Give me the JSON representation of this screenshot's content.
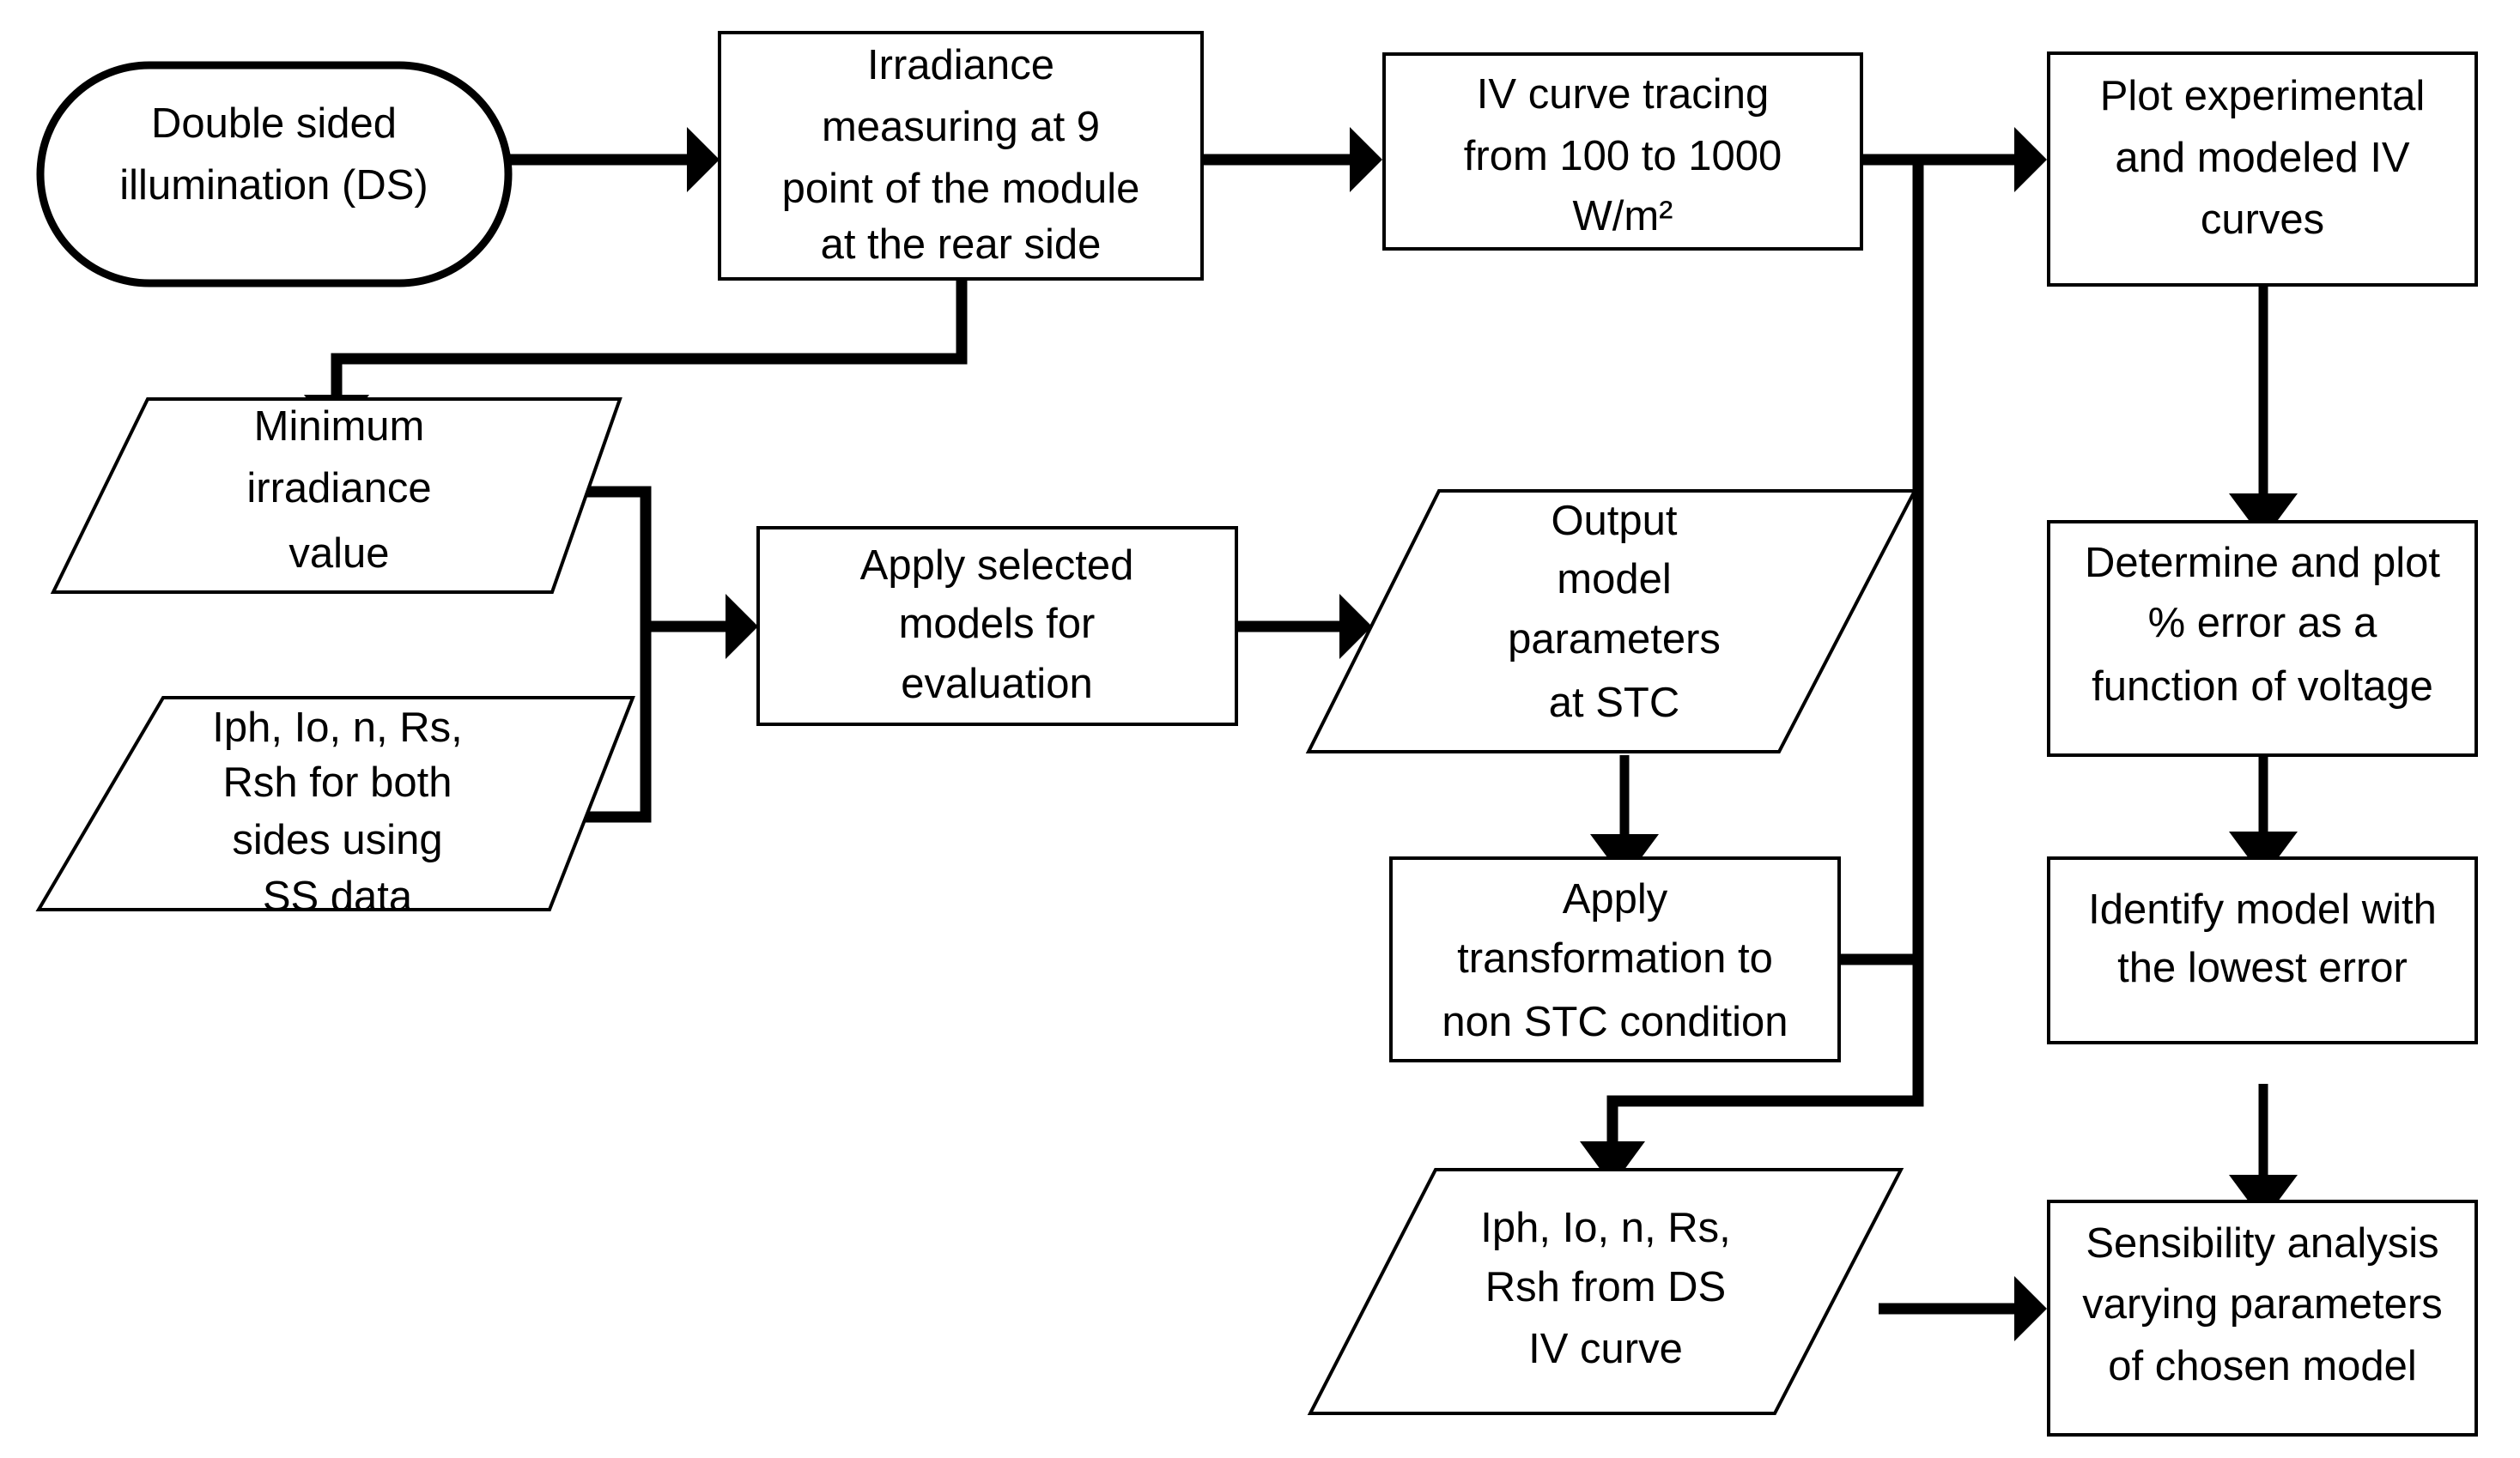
{
  "diagram": {
    "title": "Bifacial PV module modeling workflow flowchart",
    "background_color": "#ffffff",
    "line_color": "#000000",
    "text_color": "#000000",
    "nodes": [
      {
        "id": "double-sided-illumination",
        "shape": "terminator",
        "lines": [
          "Double sided",
          "illumination (DS)"
        ]
      },
      {
        "id": "irradiance-measuring",
        "shape": "process",
        "lines": [
          "Irradiance",
          "measuring at 9",
          "point of the module",
          "at the rear side"
        ]
      },
      {
        "id": "iv-curve-tracing",
        "shape": "process",
        "lines": [
          "IV curve tracing",
          "from 100 to 1000",
          "W/m²"
        ]
      },
      {
        "id": "plot-experimental-modeled",
        "shape": "process",
        "lines": [
          "Plot experimental",
          "and modeled IV",
          "curves"
        ]
      },
      {
        "id": "minimum-irradiance-value",
        "shape": "data",
        "lines": [
          "Minimum",
          "irradiance",
          "value"
        ]
      },
      {
        "id": "params-both-sides-ss",
        "shape": "data",
        "lines": [
          "Iph, Io, n, Rs,",
          "Rsh for both",
          "sides using",
          "SS data"
        ]
      },
      {
        "id": "apply-selected-models",
        "shape": "process",
        "lines": [
          "Apply selected",
          "models for",
          "evaluation"
        ]
      },
      {
        "id": "output-model-parameters-stc",
        "shape": "data",
        "lines": [
          "Output",
          "model",
          "parameters",
          "at STC"
        ]
      },
      {
        "id": "determine-plot-error",
        "shape": "process",
        "lines": [
          "Determine and plot",
          "% error as a",
          "function of voltage"
        ]
      },
      {
        "id": "apply-transformation-non-stc",
        "shape": "process",
        "lines": [
          "Apply",
          "transformation to",
          "non STC condition"
        ]
      },
      {
        "id": "identify-model-lowest-error",
        "shape": "process",
        "lines": [
          "Identify model with",
          "the lowest error"
        ]
      },
      {
        "id": "params-from-ds-iv-curve",
        "shape": "data",
        "lines": [
          "Iph, Io, n, Rs,",
          "Rsh from DS",
          "IV curve"
        ]
      },
      {
        "id": "sensibility-analysis",
        "shape": "process",
        "lines": [
          "Sensibility analysis",
          "varying parameters",
          "of chosen model"
        ]
      }
    ],
    "edges": [
      {
        "id": "e1",
        "from": "double-sided-illumination",
        "to": "irradiance-measuring"
      },
      {
        "id": "e2",
        "from": "irradiance-measuring",
        "to": "iv-curve-tracing"
      },
      {
        "id": "e3",
        "from": "irradiance-measuring",
        "to": "minimum-irradiance-value"
      },
      {
        "id": "e4",
        "from": "iv-curve-tracing",
        "to": "plot-experimental-modeled"
      },
      {
        "id": "e5",
        "from": "iv-curve-tracing",
        "to": "params-from-ds-iv-curve"
      },
      {
        "id": "e6",
        "from": "minimum-irradiance-value",
        "to": "apply-selected-models"
      },
      {
        "id": "e7",
        "from": "params-both-sides-ss",
        "to": "apply-selected-models"
      },
      {
        "id": "e8",
        "from": "apply-selected-models",
        "to": "output-model-parameters-stc"
      },
      {
        "id": "e9",
        "from": "output-model-parameters-stc",
        "to": "apply-transformation-non-stc"
      },
      {
        "id": "e10",
        "from": "apply-transformation-non-stc",
        "to": "params-from-ds-iv-curve"
      },
      {
        "id": "e11",
        "from": "plot-experimental-modeled",
        "to": "determine-plot-error"
      },
      {
        "id": "e12",
        "from": "determine-plot-error",
        "to": "identify-model-lowest-error"
      },
      {
        "id": "e13",
        "from": "identify-model-lowest-error",
        "to": "sensibility-analysis"
      },
      {
        "id": "e14",
        "from": "params-from-ds-iv-curve",
        "to": "sensibility-analysis"
      }
    ]
  }
}
